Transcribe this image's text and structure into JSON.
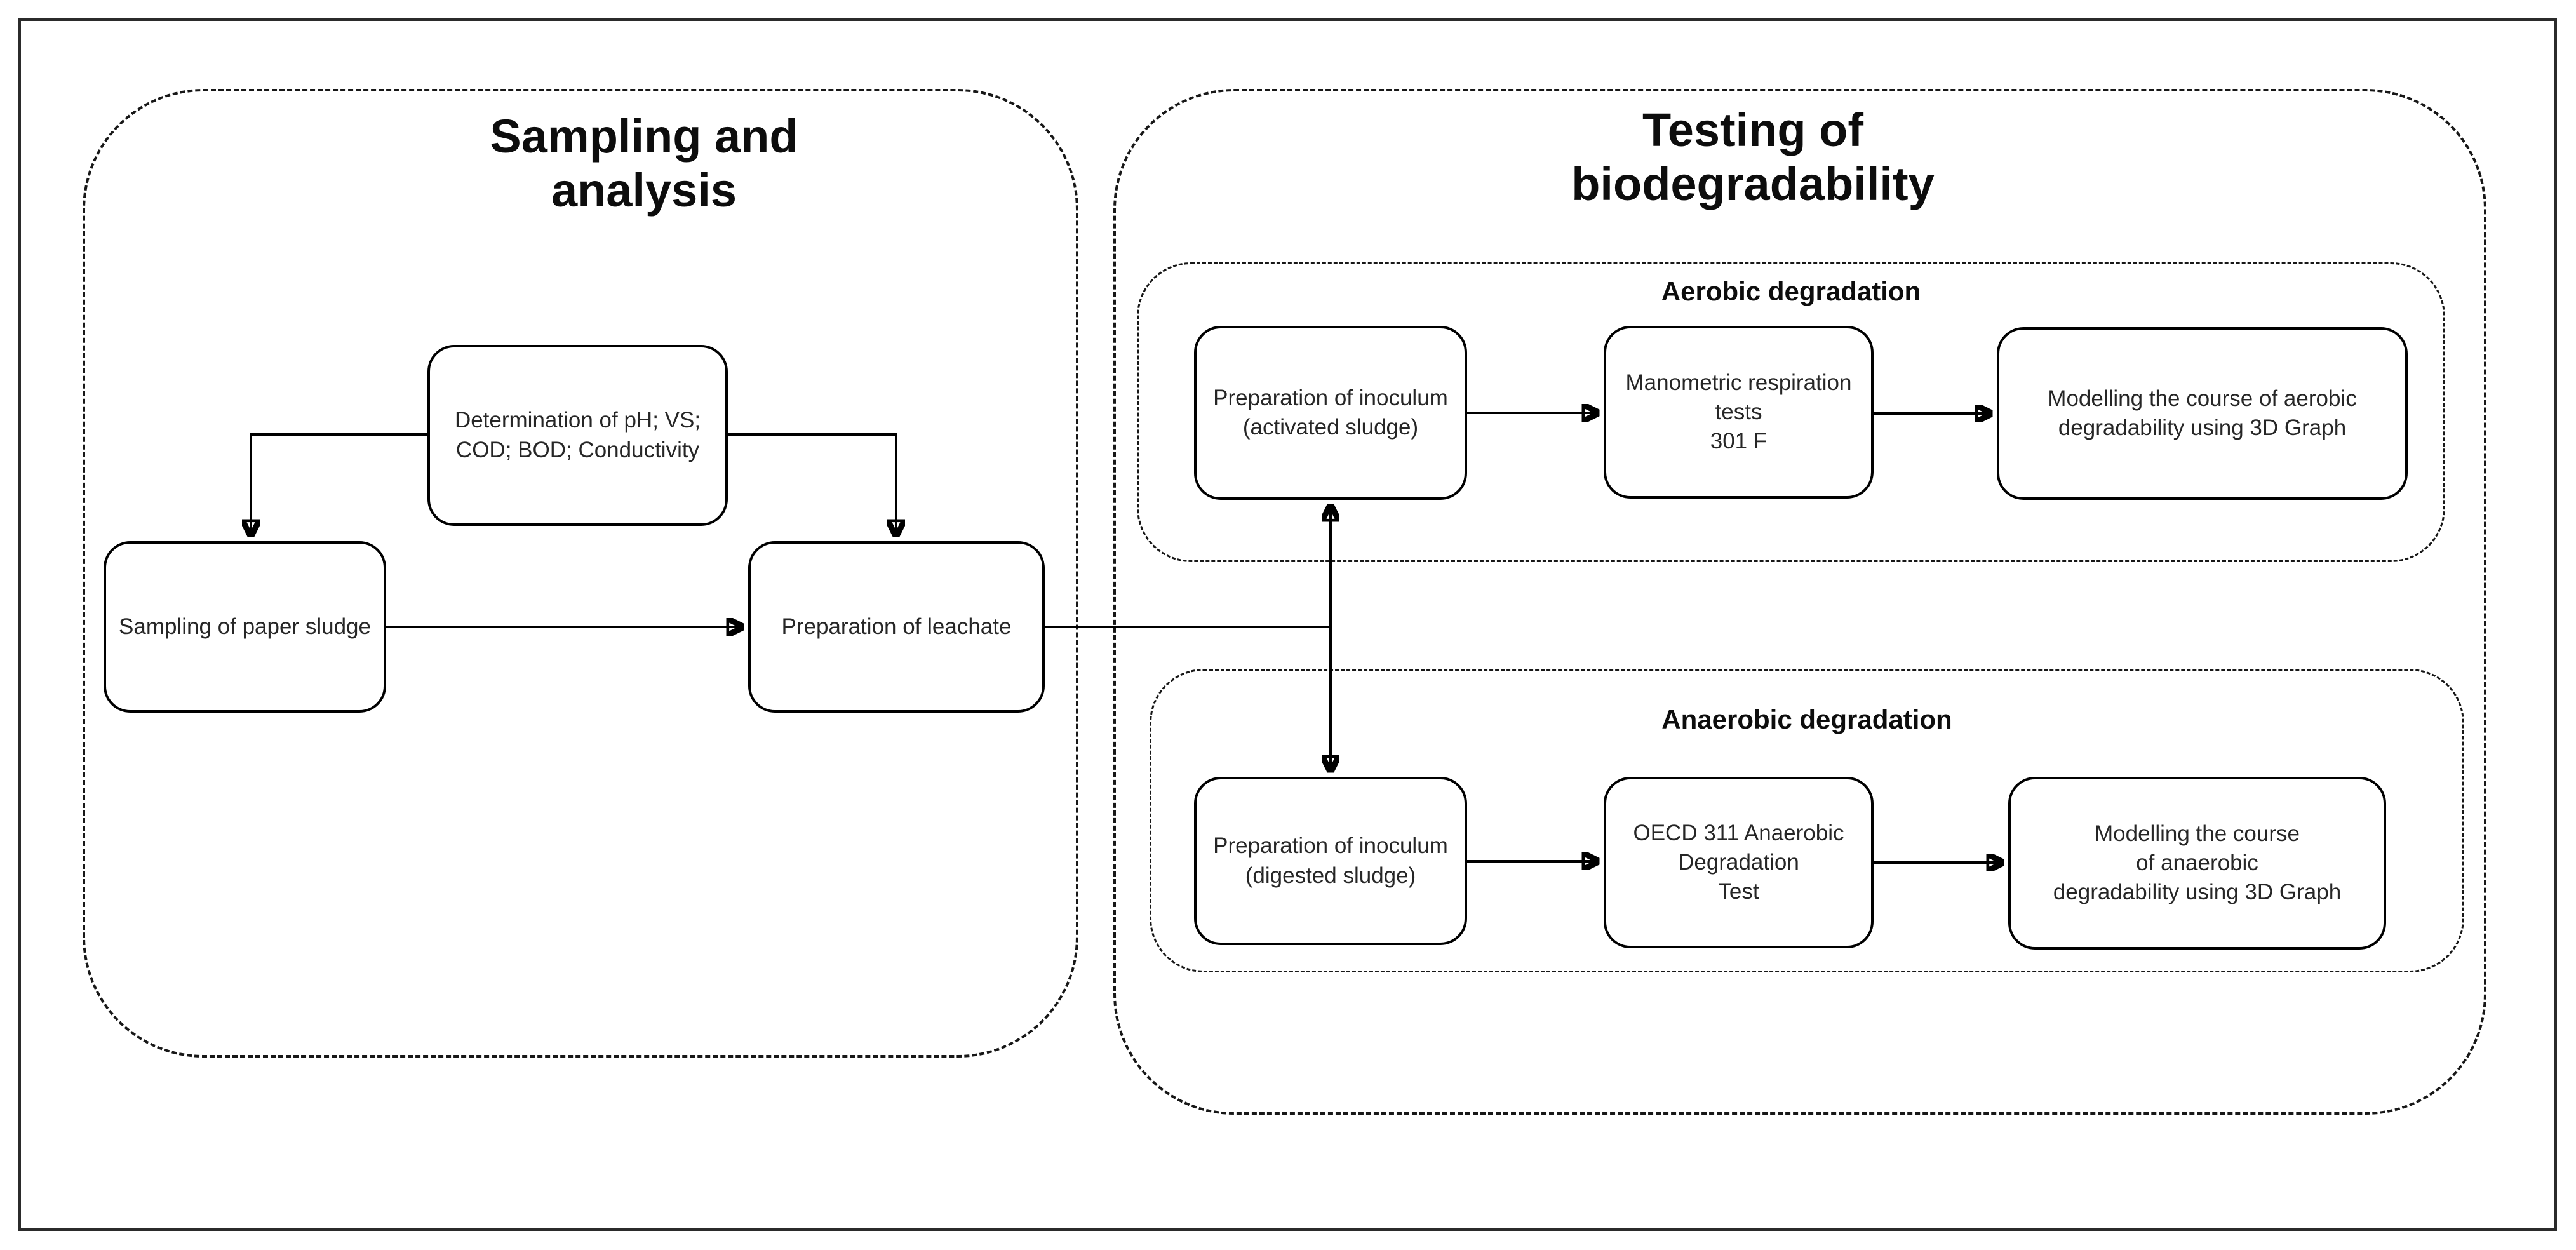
{
  "background_color": "#ffffff",
  "line_color": "#000000",
  "text_color": "#262626",
  "sampling_section": {
    "title": "Sampling and\nanalysis",
    "nodes": {
      "determination": "Determination of pH; VS;\nCOD; BOD; Conductivity",
      "paper_sludge": "Sampling of paper sludge",
      "leachate": "Preparation of leachate"
    }
  },
  "testing_section": {
    "title": "Testing of\nbiodegradability",
    "aerobic": {
      "label": "Aerobic degradation",
      "nodes": {
        "inoculum": "Preparation of inoculum\n(activated sludge)",
        "test": "Manometric respiration\ntests\n301 F",
        "modelling": "Modelling the course of aerobic\ndegradability using 3D Graph"
      }
    },
    "anaerobic": {
      "label": "Anaerobic degradation",
      "nodes": {
        "inoculum": "Preparation of inoculum\n(digested sludge)",
        "test": "OECD 311 Anaerobic\nDegradation\nTest",
        "modelling": "Modelling the course\nof anaerobic\ndegradability using 3D Graph"
      }
    }
  }
}
